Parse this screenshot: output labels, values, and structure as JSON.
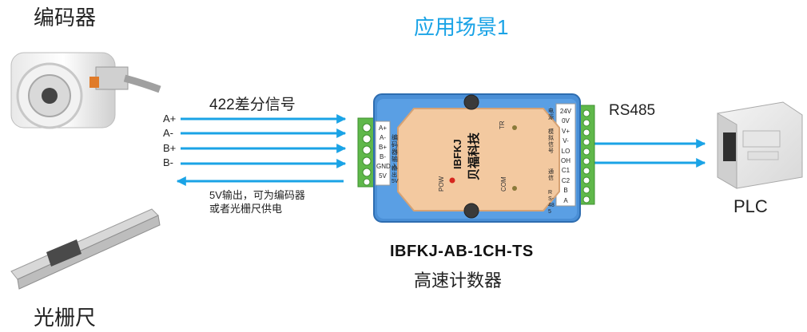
{
  "title": "应用场景1",
  "encoder_label": "编码器",
  "scale_label": "光栅尺",
  "plc_label": "PLC",
  "rs485_label": "RS485",
  "signal_label": "422差分信号",
  "signals": [
    "A+",
    "A-",
    "B+",
    "B-"
  ],
  "power_note_line1": "5V输出，可为编码器",
  "power_note_line2": "或者光栅尺供电",
  "device": {
    "model": "IBFKJ-AB-1CH-TS",
    "name": "高速计数器",
    "brand": "IBFKJ",
    "brand_cn": "贝福科技",
    "pow": "POW",
    "tr": "TR",
    "com": "COM",
    "left_terminals": [
      "A+",
      "A-",
      "B+",
      "B-",
      "GND",
      "5V"
    ],
    "left_group_label": "编码器输入",
    "left_group_label2": "输出5V",
    "right_terminals": [
      "24V",
      "0V",
      "V+",
      "V-",
      "LO",
      "OH",
      "C1",
      "C2",
      "B",
      "A"
    ],
    "right_group_labels": [
      "电源",
      "模拟信号",
      "通信",
      "RS-485"
    ]
  },
  "colors": {
    "arrow": "#1aa3e6",
    "device_blue": "#4a8fd6",
    "device_face": "#f3c9a0",
    "terminal_green": "#5fb84a"
  }
}
